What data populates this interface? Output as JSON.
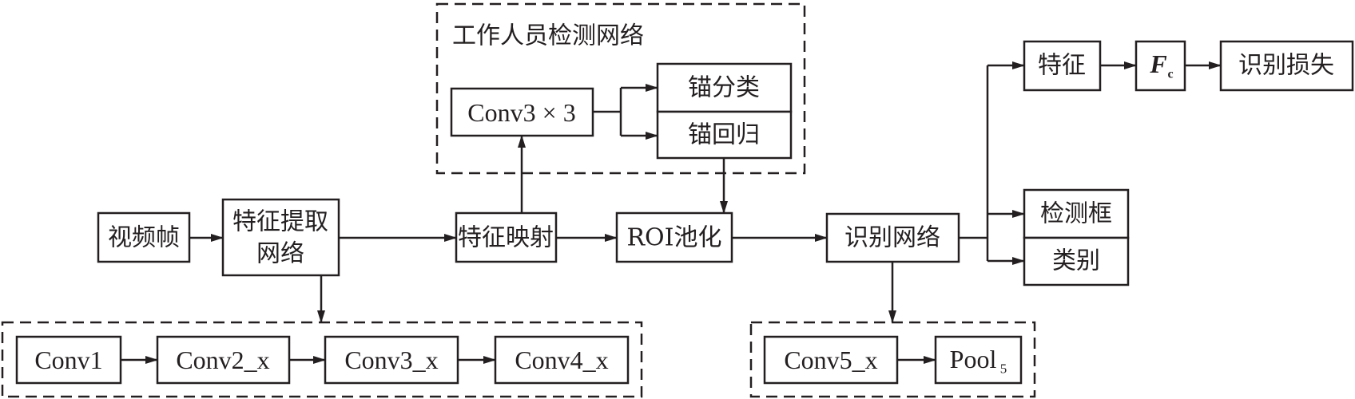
{
  "groups": {
    "detection_network": {
      "title": "工作人员检测网络"
    },
    "backbone": {
      "title": ""
    },
    "recognition_head": {
      "title": ""
    }
  },
  "nodes": {
    "video_frame": "视频帧",
    "feature_extraction_line1": "特征提取",
    "feature_extraction_line2": "网络",
    "feature_map": "特征映射",
    "conv3x3": "Conv3 × 3",
    "anchor_classification": "锚分类",
    "anchor_regression": "锚回归",
    "roi_pooling": "ROI池化",
    "recognition_network": "识别网络",
    "feature": "特征",
    "fc_main": "F",
    "fc_sub": "c",
    "recognition_loss": "识别损失",
    "detection_box": "检测框",
    "category": "类别",
    "conv1": "Conv1",
    "conv2_x": "Conv2_x",
    "conv3_x": "Conv3_x",
    "conv4_x": "Conv4_x",
    "conv5_x": "Conv5_x",
    "pool5_main": "Pool",
    "pool5_sub": "5"
  },
  "edges": [
    {
      "from": "video_frame",
      "to": "feature_extraction"
    },
    {
      "from": "feature_extraction",
      "to": "feature_map"
    },
    {
      "from": "feature_extraction",
      "to": "backbone"
    },
    {
      "from": "feature_map",
      "to": "conv3x3"
    },
    {
      "from": "feature_map",
      "to": "roi_pooling"
    },
    {
      "from": "conv3x3",
      "to": "anchor_classification"
    },
    {
      "from": "conv3x3",
      "to": "anchor_regression"
    },
    {
      "from": "anchor_regression",
      "to": "roi_pooling"
    },
    {
      "from": "roi_pooling",
      "to": "recognition_network"
    },
    {
      "from": "recognition_network",
      "to": "feature"
    },
    {
      "from": "recognition_network",
      "to": "detection_box"
    },
    {
      "from": "recognition_network",
      "to": "category"
    },
    {
      "from": "recognition_network",
      "to": "recognition_head"
    },
    {
      "from": "feature",
      "to": "fc"
    },
    {
      "from": "fc",
      "to": "recognition_loss"
    },
    {
      "from": "conv1",
      "to": "conv2_x"
    },
    {
      "from": "conv2_x",
      "to": "conv3_x"
    },
    {
      "from": "conv3_x",
      "to": "conv4_x"
    },
    {
      "from": "conv5_x",
      "to": "pool5"
    }
  ]
}
